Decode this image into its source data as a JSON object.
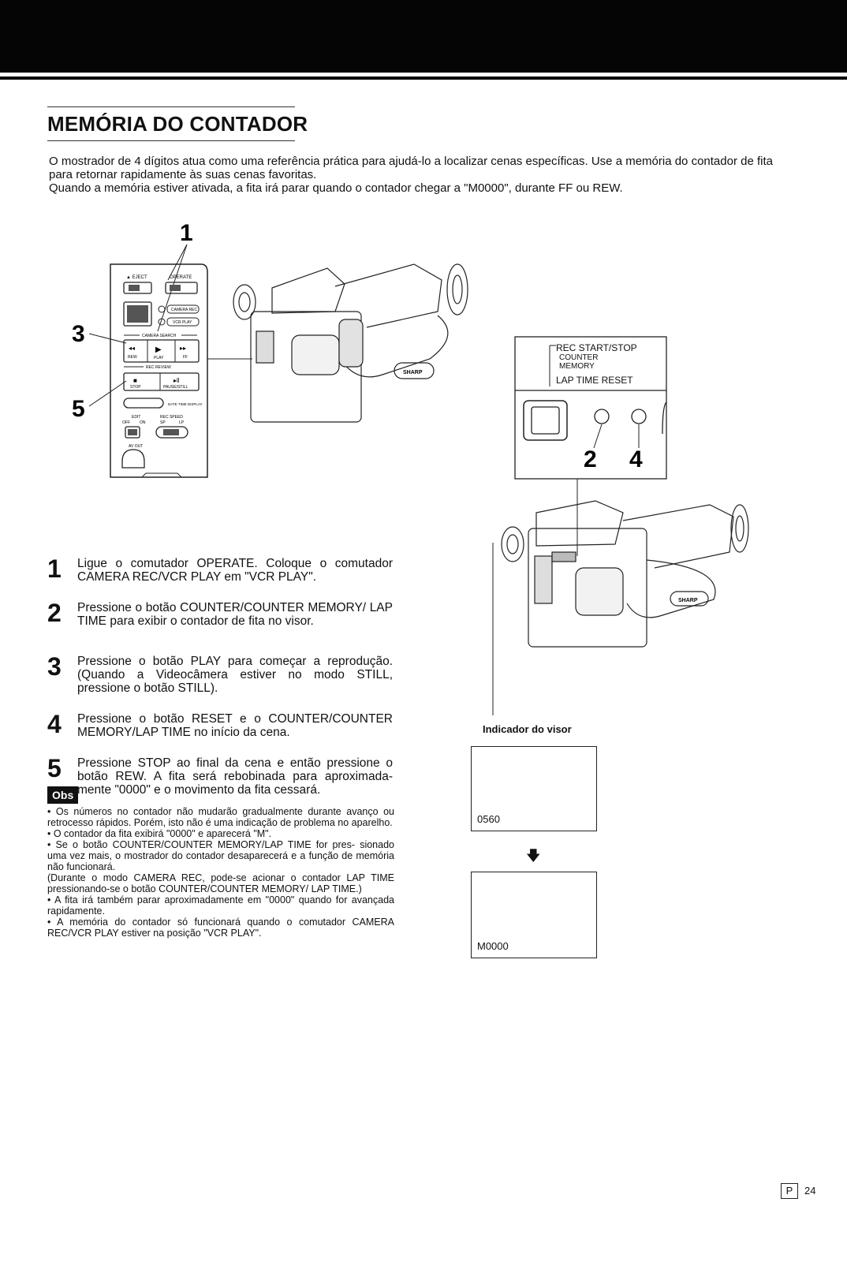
{
  "title": "MEMÓRIA DO CONTADOR",
  "intro": [
    "O mostrador de 4 dígitos atua como uma referência prática para ajudá-lo a localizar cenas específicas. Use a memória do contador de fita para retornar rapidamente às suas cenas favoritas.",
    "Quando a memória estiver ativada, a fita irá parar quando o contador chegar a \"M0000\", durante FF ou REW."
  ],
  "figure_left": {
    "callouts": [
      "1",
      "3",
      "5"
    ],
    "labels": {
      "eject": "▲ EJECT",
      "operate": "OPERATE",
      "camera_rec": "CAMERA REC",
      "vcr_play": "VCR PLAY",
      "camera_search": "CAMERA SEARCH",
      "rew": "REW",
      "play": "PLAY",
      "ff": "FF",
      "rec_review": "REC REVIEW",
      "stop": "STOP",
      "pause_still": "PAUSE/STILL",
      "date_time_display": "DATE TIME DISPLAY",
      "edit": "EDIT",
      "off": "OFF",
      "on": "ON",
      "rec_speed": "REC SPEED",
      "sp": "SP",
      "lp": "LP",
      "av_out": "AV OUT",
      "sharp": "SHARP"
    }
  },
  "figure_right": {
    "panel_labels": {
      "rec_start_stop": "REC START/STOP",
      "counter": "COUNTER",
      "memory": "MEMORY",
      "lap_time_reset": "LAP TIME RESET"
    },
    "callouts": [
      "2",
      "4"
    ],
    "sharp": "SHARP"
  },
  "steps": [
    {
      "num": "1",
      "text": "Ligue o comutador OPERATE. Coloque o comutador CAMERA REC/VCR PLAY em \"VCR PLAY\"."
    },
    {
      "num": "2",
      "text": "Pressione o botão COUNTER/COUNTER MEMORY/ LAP TIME para exibir o contador de fita no visor."
    },
    {
      "num": "3",
      "text": "Pressione o botão PLAY para começar a reprodução. (Quando a Videocâmera estiver no modo STILL, pressione o botão STILL)."
    },
    {
      "num": "4",
      "text": "Pressione o botão RESET e o COUNTER/COUNTER MEMORY/LAP TIME no início da cena."
    },
    {
      "num": "5",
      "text": "Pressione STOP ao final da cena e então pressione o botão REW. A fita será rebobinada para aproximada- mente \"0000\" e o movimento da fita cessará."
    }
  ],
  "obs_label": "Obs",
  "notes": [
    "• Os números no contador não mudarão gradualmente durante avanço ou retrocesso rápidos. Porém, isto não é uma indicação de problema no aparelho.",
    "• O contador da fita exibirá \"0000\" e aparecerá \"M\".",
    "• Se o botão COUNTER/COUNTER MEMORY/LAP TIME for pres- sionado uma vez mais, o mostrador do contador desaparecerá e a função de memória não funcionará.",
    "(Durante o modo CAMERA REC, pode-se acionar o contador LAP TIME pressionando-se o botão COUNTER/COUNTER MEMORY/ LAP TIME.)",
    "• A fita irá também parar aproximadamente em \"0000\" quando for avançada rapidamente.",
    "• A memória do contador só funcionará quando o comutador CAMERA REC/VCR PLAY estiver na posição \"VCR PLAY\"."
  ],
  "indicator": {
    "label": "Indicador do visor",
    "before": "0560",
    "after": "M0000"
  },
  "page": {
    "letter": "P",
    "number": "24"
  }
}
